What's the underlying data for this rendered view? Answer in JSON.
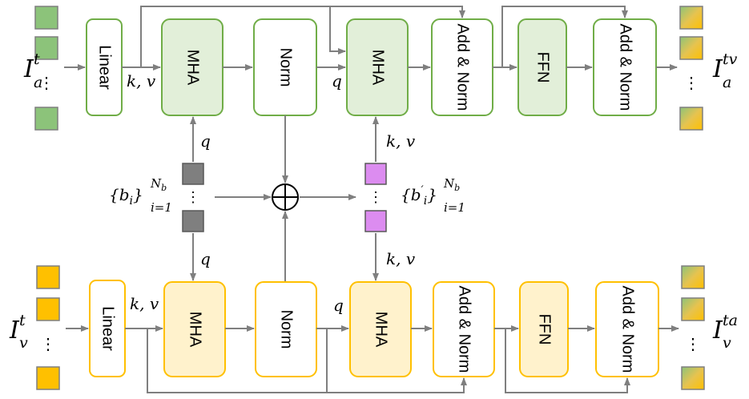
{
  "colors": {
    "green_border": "#70ad47",
    "green_fill": "#e2efd9",
    "green_token": "#8cc37a",
    "orange_border": "#ffc000",
    "orange_fill": "#fff2cc",
    "orange_token": "#ffc000",
    "gray_token": "#7f7f7f",
    "purple_token": "#dc8cf0",
    "arrow": "#7f7f7f"
  },
  "icons": {
    "sum": "circled-plus-icon",
    "arrow": "arrow-head-icon"
  },
  "labels": {
    "linear": "Linear",
    "mha": "MHA",
    "norm": "Norm",
    "addnorm": "Add & Norm",
    "ffn": "FFN",
    "kv": "k, v",
    "q": "q",
    "ellipsis": "⋮"
  },
  "inputs": {
    "audio": {
      "base": "I",
      "sup": "t",
      "sub": "a"
    },
    "visual": {
      "base": "I",
      "sup": "t",
      "sub": "v"
    }
  },
  "outputs": {
    "audio": {
      "base": "I",
      "sup": "tv",
      "sub": "a"
    },
    "visual": {
      "base": "I",
      "sup": "ta",
      "sub": "v"
    }
  },
  "bottleneck": {
    "initial": {
      "open": "{",
      "base": "b",
      "base_sub": "i",
      "close": "}",
      "sup": "N",
      "sup_sub": "b",
      "sub": "i=1"
    },
    "updated": {
      "open": "{",
      "base": "b",
      "prime": "′",
      "base_sub": "i",
      "close": "}",
      "sup": "N",
      "sup_sub": "b",
      "sub": "i=1"
    }
  }
}
